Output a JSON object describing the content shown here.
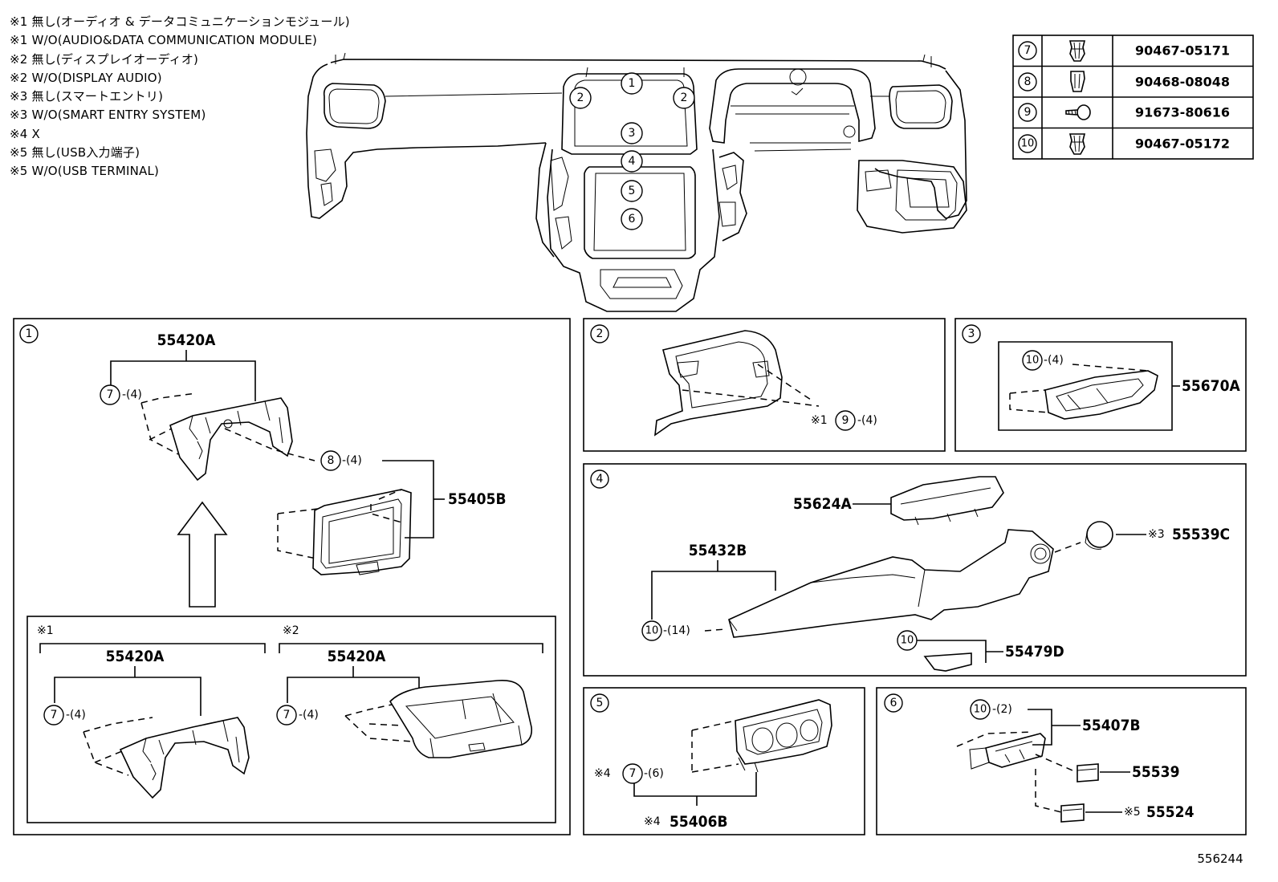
{
  "notes": [
    "※1 無し(オーディオ & データコミュニケーションモジュール)",
    "※1 W/O(AUDIO&DATA COMMUNICATION MODULE)",
    "※2 無し(ディスプレイオーディオ)",
    "※2 W/O(DISPLAY AUDIO)",
    "※3 無し(スマートエントリ)",
    "※3 W/O(SMART ENTRY SYSTEM)",
    "※4 X",
    "※5 無し(USB入力端子)",
    "※5 W/O(USB TERMINAL)"
  ],
  "fastener_table": [
    {
      "ref": "7",
      "icon": "clip-icon",
      "part": "90467-05171"
    },
    {
      "ref": "8",
      "icon": "clip-icon",
      "part": "90468-08048"
    },
    {
      "ref": "9",
      "icon": "screw-icon",
      "part": "91673-80616"
    },
    {
      "ref": "10",
      "icon": "clip-icon",
      "part": "90467-05172"
    }
  ],
  "overview_callouts": [
    "1",
    "2",
    "2",
    "3",
    "4",
    "5",
    "6"
  ],
  "panels": {
    "p1": {
      "num": "1",
      "top_part": "55420A",
      "top_qty": "7",
      "top_qty_text": "-(4)",
      "bezel_part": "55405B",
      "bezel_qty": "8",
      "bezel_qty_text": "-(4)",
      "variant1": {
        "note": "※1",
        "part": "55420A",
        "qty": "7",
        "qty_text": "-(4)"
      },
      "variant2": {
        "note": "※2",
        "part": "55420A",
        "qty": "7",
        "qty_text": "-(4)"
      }
    },
    "p2": {
      "num": "2",
      "note": "※1",
      "qty": "9",
      "qty_text": "-(4)"
    },
    "p3": {
      "num": "3",
      "qty": "10",
      "qty_text": "-(4)",
      "part": "55670A"
    },
    "p4": {
      "num": "4",
      "part_a": "55624A",
      "part_b": "55432B",
      "qty_b": "10",
      "qty_b_text": "-(14)",
      "part_c_note": "※3",
      "part_c": "55539C",
      "qty_d": "10",
      "part_d": "55479D"
    },
    "p5": {
      "num": "5",
      "note": "※4",
      "qty": "7",
      "qty_text": "-(6)",
      "part_note": "※4",
      "part": "55406B"
    },
    "p6": {
      "num": "6",
      "qty": "10",
      "qty_text": "-(2)",
      "part_a": "55407B",
      "part_b": "55539",
      "part_c_note": "※5",
      "part_c": "55524"
    }
  },
  "figure_id": "556244"
}
